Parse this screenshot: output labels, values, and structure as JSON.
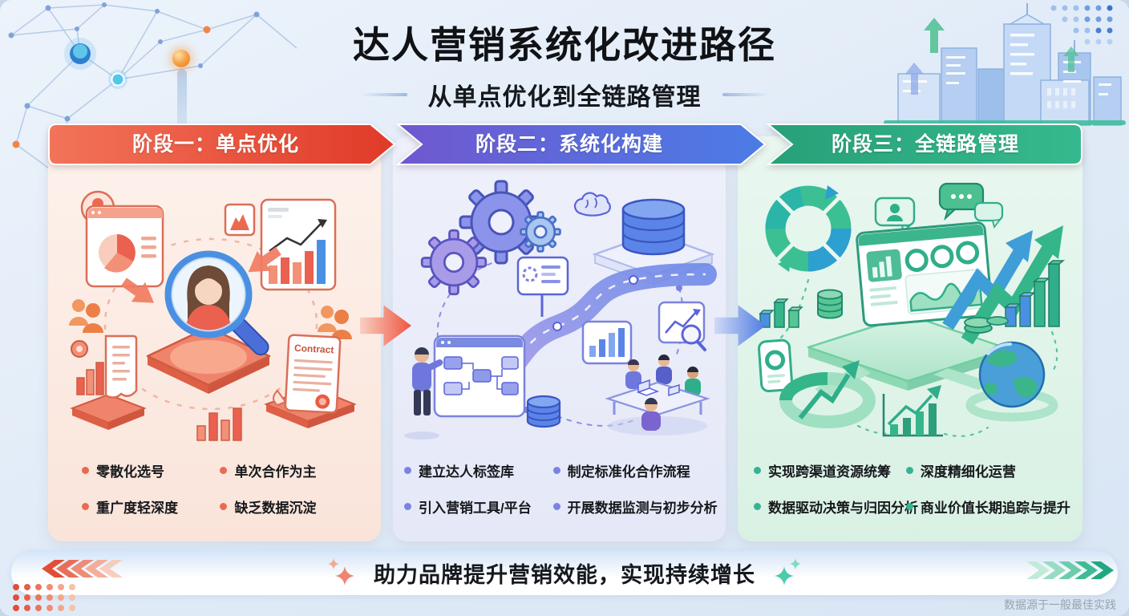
{
  "page": {
    "title": "达人营销系统化改进路径",
    "subtitle": "从单点优化到全链路管理"
  },
  "stages": [
    {
      "label": "阶段一：单点优化",
      "accent": "#e8503a",
      "bullets": [
        "零散化选号",
        "单次合作为主",
        "重广度轻深度",
        "缺乏数据沉淀"
      ],
      "contract_label": "Contract"
    },
    {
      "label": "阶段二：系统化构建",
      "accent": "#5b6ad8",
      "bullets": [
        "建立达人标签库",
        "制定标准化合作流程",
        "引入营销工具/平台",
        "开展数据监测与初步分析"
      ]
    },
    {
      "label": "阶段三：全链路管理",
      "accent": "#2fae8a",
      "bullets": [
        "实现跨渠道资源统筹",
        "深度精细化运营",
        "数据驱动决策与归因分析",
        "商业价值长期追踪与提升"
      ]
    }
  ],
  "footer": {
    "banner_text": "助力品牌提升营销效能，实现持续增长",
    "source_note": "数据源于一般最佳实践"
  },
  "theme": {
    "stage1_accent": "#e8503a",
    "stage2_accent": "#5b6ad8",
    "stage3_accent": "#2fae8a",
    "magnifier_blue": "#4a90e2",
    "background": "#e2ecf8"
  }
}
